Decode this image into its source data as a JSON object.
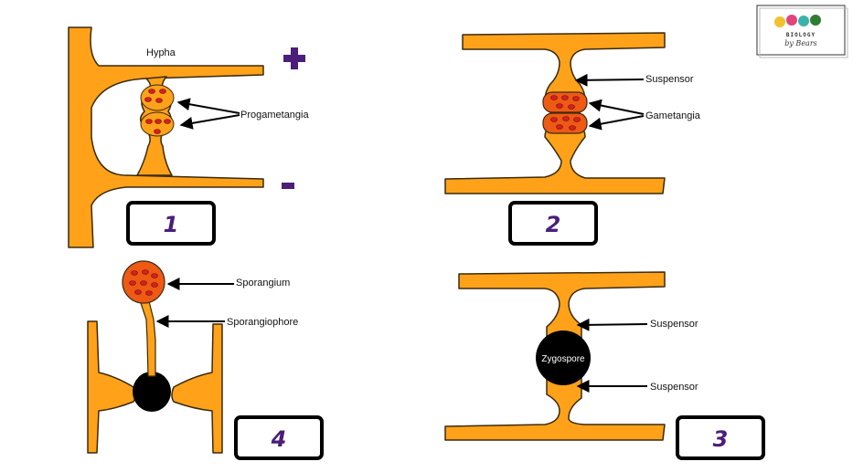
{
  "colors": {
    "hypha": "#FFA219",
    "outline": "#3a2a10",
    "gametangium": "#EE5A14",
    "nucleus": "#D61F1F",
    "zygospore": "#000000",
    "stage_number": "#4B1E79",
    "sign": "#4B1E79"
  },
  "logo": {
    "line1": "BIOLOGY",
    "line2": "by Bears"
  },
  "panel1": {
    "hypha_label": "Hypha",
    "progametangia_label": "Progametangia",
    "plus_sign": "+",
    "minus_sign": "-",
    "stage_number": "1"
  },
  "panel2": {
    "suspensor_label": "Suspensor",
    "gametangia_label": "Gametangia",
    "stage_number": "2"
  },
  "panel3": {
    "zygospore_label": "Zygospore",
    "suspensor_top_label": "Suspensor",
    "suspensor_bottom_label": "Suspensor",
    "stage_number": "3"
  },
  "panel4": {
    "sporangium_label": "Sporangium",
    "sporangiophore_label": "Sporangiophore",
    "stage_number": "4"
  }
}
